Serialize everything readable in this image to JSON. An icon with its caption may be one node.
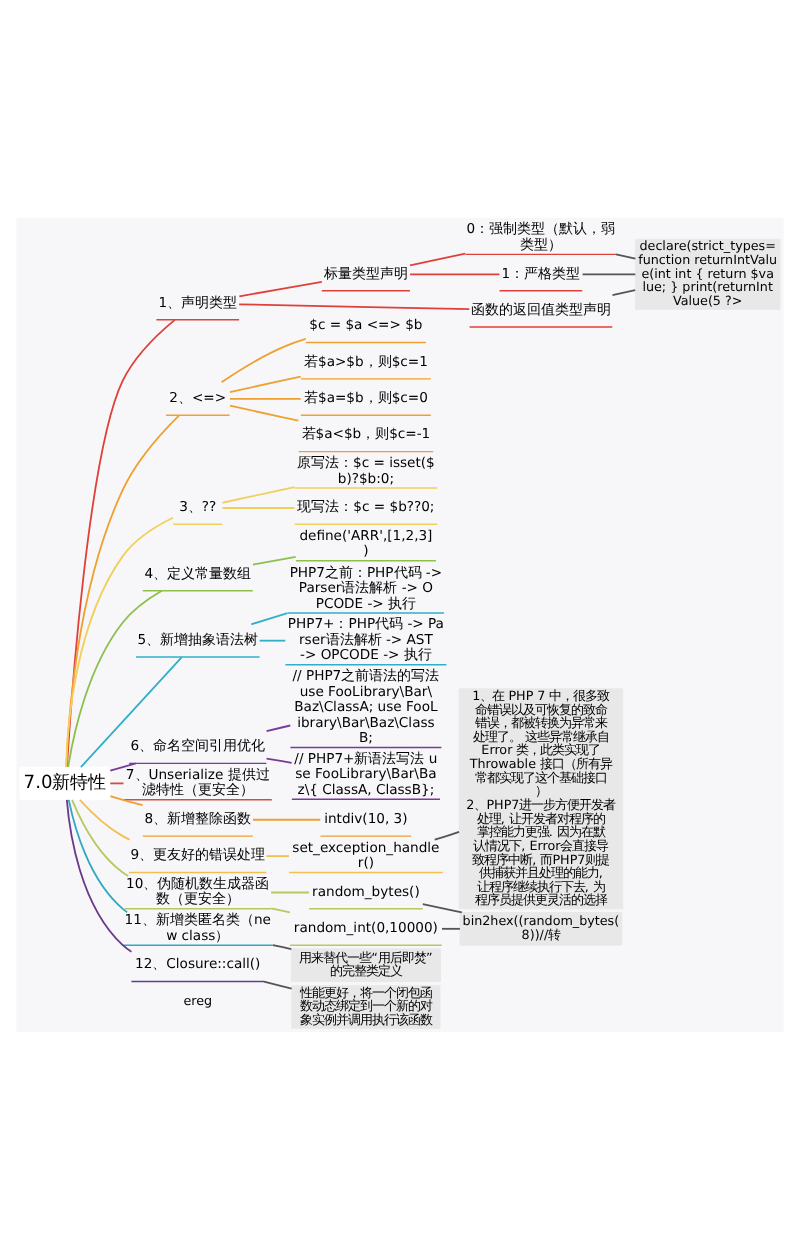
{
  "diagram": {
    "nodes": [
      {
        "text": [
          "7.0新特性"
        ]
      },
      {
        "text": [
          "1、声明类型"
        ]
      },
      {
        "text": [
          "标量类型声明"
        ]
      },
      {
        "text": [
          "0：强制类型（默认，弱类型）"
        ]
      },
      {
        "text": [
          "1：严格类型"
        ]
      },
      {
        "text": [
          "函数的返回值类型声明"
        ]
      },
      {
        "text": [
          "declare(strict_types= function returnIntValue(int int { return $value; } print(returnIntValue(5 ?>"
        ]
      },
      {
        "text": [
          "2、<=>"
        ]
      },
      {
        "text": [
          "$c = $a <=> $b"
        ]
      },
      {
        "text": [
          "若$a>$b，则$c=1"
        ]
      },
      {
        "text": [
          "若$a=$b，则$c=0"
        ]
      },
      {
        "text": [
          "若$a<$b，则$c=-1"
        ]
      },
      {
        "text": [
          "3、??"
        ]
      },
      {
        "text": [
          "原写法：$c = isset($b)?$b:0;"
        ]
      },
      {
        "text": [
          "现写法：$c = $b??0;"
        ]
      },
      {
        "text": [
          "4、定义常量数组"
        ]
      },
      {
        "text": [
          "define('ARR',[1,2,3])"
        ]
      },
      {
        "text": [
          "5、新增抽象语法树"
        ]
      },
      {
        "text": [
          "PHP7之前：PHP代码 -> Parser语法解析 -> OPCODE -> 执行"
        ]
      },
      {
        "text": [
          "PHP7+：PHP代码 -> Parser语法解析 -> AST -> OPCODE -> 执行"
        ]
      },
      {
        "text": [
          "6、命名空间引用优化"
        ]
      },
      {
        "text": [
          "// PHP7之前语法的写法 use FooLibrary\\Bar\\Baz\\ClassA; use FooLibrary\\Bar\\Baz\\ClassB;"
        ]
      },
      {
        "text": [
          "// PHP7+新语法写法 use FooLibrary\\Bar\\Baz\\{ ClassA, ClassB};"
        ]
      },
      {
        "text": [
          "7、Unserialize 提供过滤特性（更安全）"
        ]
      },
      {
        "text": [
          "8、新增整除函数"
        ]
      },
      {
        "text": [
          "intdiv(10, 3)"
        ]
      },
      {
        "text": [
          "9、更友好的错误处理"
        ]
      },
      {
        "text": [
          "set_exception_handler()"
        ]
      },
      {
        "text": [
          "1、在 PHP 7 中，很多致命错误以及可恢复的致命错误，都被转换为异常来处理了。 这些异常继承自 Error 类，此类实现了 Throwable 接口（所有异常都实现了这个基础接口）",
          "2、PHP7进一步方便开发者处理, 让开发者对程序的掌控能力更强. 因为在默认情况下, Error会直接导致程序中断, 而PHP7则提供捕获并且处理的能力, 让程序继续执行下去, 为程序员提供更灵活的选择"
        ]
      },
      {
        "text": [
          "10、伪随机数生成器函数（更安全）"
        ]
      },
      {
        "text": [
          "random_bytes()"
        ]
      },
      {
        "text": [
          "random_int(0,10000)"
        ]
      },
      {
        "text": [
          "bin2hex((random_bytes(8))//转"
        ]
      },
      {
        "text": [
          "11、新增类匿名类（new class）"
        ]
      },
      {
        "text": [
          "用来替代一些“用后即焚”的完整类定义"
        ]
      },
      {
        "text": [
          "12、Closure::call()"
        ]
      },
      {
        "text": [
          "性能更好，将一个闭包函数动态绑定到一个新的对象实例并调用执行该函数"
        ]
      }
    ],
    "edges": [
      {
        "from": 0,
        "to": 1,
        "arrow": "none",
        "color": "#e0403a"
      },
      {
        "from": 1,
        "to": 2,
        "arrow": "none",
        "color": "#e0403a"
      },
      {
        "from": 2,
        "to": 3,
        "arrow": "none",
        "color": "#e0403a"
      },
      {
        "from": 2,
        "to": 4,
        "arrow": "none",
        "color": "#e0403a"
      },
      {
        "from": 1,
        "to": 5,
        "arrow": "none",
        "color": "#e0403a"
      },
      {
        "from": 3,
        "to": 6,
        "arrow": "none",
        "color": "#555555"
      },
      {
        "from": 4,
        "to": 6,
        "arrow": "none",
        "color": "#555555"
      },
      {
        "from": 5,
        "to": 6,
        "arrow": "none",
        "color": "#555555"
      },
      {
        "from": 0,
        "to": 7,
        "arrow": "none",
        "color": "#f0a030"
      },
      {
        "from": 7,
        "to": 8,
        "arrow": "none",
        "color": "#f0a030"
      },
      {
        "from": 7,
        "to": 9,
        "arrow": "none",
        "color": "#f0a030"
      },
      {
        "from": 7,
        "to": 10,
        "arrow": "none",
        "color": "#f0a030"
      },
      {
        "from": 7,
        "to": 11,
        "arrow": "none",
        "color": "#f0a030"
      },
      {
        "from": 0,
        "to": 12,
        "arrow": "none",
        "color": "#f2cf5a"
      },
      {
        "from": 12,
        "to": 13,
        "arrow": "none",
        "color": "#f2cf5a"
      },
      {
        "from": 12,
        "to": 14,
        "arrow": "none",
        "color": "#f2cf5a"
      },
      {
        "from": 0,
        "to": 15,
        "arrow": "none",
        "color": "#8cc04a"
      },
      {
        "from": 15,
        "to": 16,
        "arrow": "none",
        "color": "#8cc04a"
      },
      {
        "from": 0,
        "to": 17,
        "arrow": "none",
        "color": "#30b0c8"
      },
      {
        "from": 17,
        "to": 18,
        "arrow": "none",
        "color": "#30b0c8"
      },
      {
        "from": 17,
        "to": 19,
        "arrow": "none",
        "color": "#30b0c8"
      },
      {
        "from": 0,
        "to": 20,
        "arrow": "none",
        "color": "#7a3a98"
      },
      {
        "from": 20,
        "to": 21,
        "arrow": "none",
        "color": "#7a3a98"
      },
      {
        "from": 20,
        "to": 22,
        "arrow": "none",
        "color": "#7a3a98"
      },
      {
        "from": 0,
        "to": 23,
        "arrow": "none",
        "color": "#d05040"
      },
      {
        "from": 0,
        "to": 24,
        "arrow": "none",
        "color": "#f0a030"
      },
      {
        "from": 24,
        "to": 25,
        "arrow": "none",
        "color": "#f0a030"
      },
      {
        "from": 0,
        "to": 26,
        "arrow": "none",
        "color": "#f2c050"
      },
      {
        "from": 26,
        "to": 27,
        "arrow": "none",
        "color": "#f2c050"
      },
      {
        "from": 27,
        "to": 28,
        "arrow": "none",
        "color": "#555555"
      },
      {
        "from": 0,
        "to": 29,
        "arrow": "none",
        "color": "#b8c860"
      },
      {
        "from": 29,
        "to": 30,
        "arrow": "none",
        "color": "#b8c860"
      },
      {
        "from": 29,
        "to": 31,
        "arrow": "none",
        "color": "#b8c860"
      },
      {
        "from": 30,
        "to": 32,
        "arrow": "none",
        "color": "#555555"
      },
      {
        "from": 31,
        "to": 32,
        "arrow": "none",
        "color": "#555555"
      },
      {
        "from": 0,
        "to": 33,
        "arrow": "none",
        "color": "#30a8c0"
      },
      {
        "from": 33,
        "to": 34,
        "arrow": "none",
        "color": "#555555"
      },
      {
        "from": 0,
        "to": 35,
        "arrow": "none",
        "color": "#6a3a8a"
      },
      {
        "from": 35,
        "to": 36,
        "arrow": "none",
        "color": "#555555"
      }
    ],
    "labels": [
      "ereg"
    ]
  }
}
